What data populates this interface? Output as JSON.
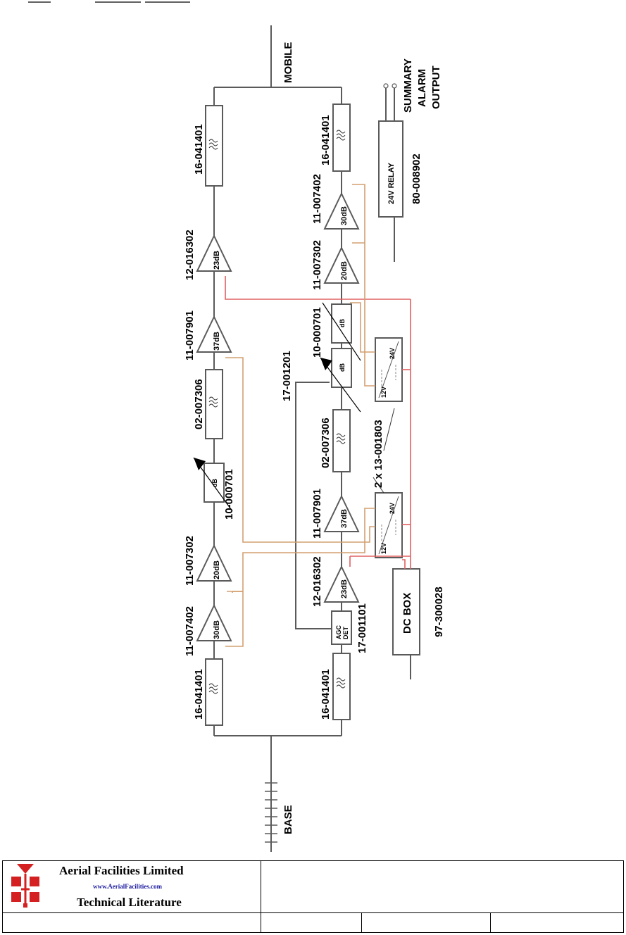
{
  "diagram": {
    "top_label": "MOBILE",
    "bottom_label": "BASE",
    "alarm_label": [
      "SUMMARY",
      "ALARM",
      "OUTPUT"
    ],
    "relay": {
      "label": "24V RELAY",
      "part": "80-008902"
    },
    "dc_box": {
      "label": "DC BOX",
      "part": "97-300028"
    },
    "psu_note": "2 x 13-001803",
    "agc_label": "17-001201",
    "left_chain": [
      {
        "part": "16-041401",
        "type": "filter"
      },
      {
        "part": "12-016302",
        "type": "amp",
        "gain": "23dB"
      },
      {
        "part": "11-007901",
        "type": "amp",
        "gain": "37dB"
      },
      {
        "part": "02-007306",
        "type": "filter"
      },
      {
        "part": "10-000701",
        "type": "attenuator",
        "unit": "dB"
      },
      {
        "part": "11-007302",
        "type": "amp",
        "gain": "20dB"
      },
      {
        "part": "11-007402",
        "type": "amp",
        "gain": "30dB"
      },
      {
        "part": "16-041401",
        "type": "filter"
      }
    ],
    "right_chain": [
      {
        "part": "16-041401",
        "type": "filter"
      },
      {
        "part": "11-007402",
        "type": "amp",
        "gain": "30dB"
      },
      {
        "part": "11-007302",
        "type": "amp",
        "gain": "20dB"
      },
      {
        "part": "10-000701",
        "type": "attenuator",
        "unit": "dB"
      },
      {
        "part": "",
        "type": "attenuator",
        "unit": "dB"
      },
      {
        "part": "02-007306",
        "type": "filter"
      },
      {
        "part": "11-007901",
        "type": "amp",
        "gain": "37dB"
      },
      {
        "part": "12-016302",
        "type": "amp",
        "gain": "23dB"
      },
      {
        "part": "17-001101",
        "type": "agc",
        "label": [
          "AGC",
          "DET"
        ]
      },
      {
        "part": "16-041401",
        "type": "filter"
      }
    ],
    "psu_labels": [
      "24V",
      "12V"
    ]
  },
  "footer": {
    "company": "Aerial  Facilities  Limited",
    "url": "www.AerialFacilities.com",
    "subtitle": "Technical Literature"
  }
}
